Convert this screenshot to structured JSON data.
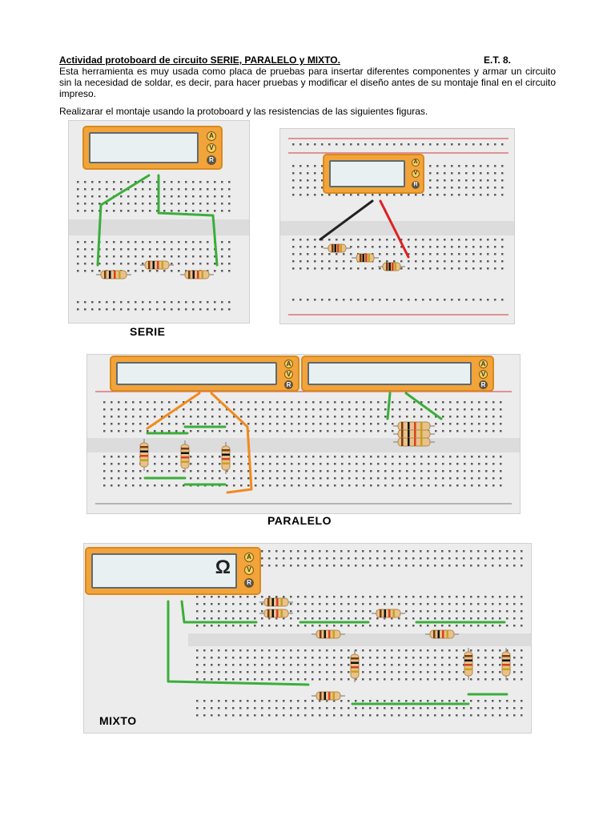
{
  "document": {
    "title": "Actividad protoboard de circuito SERIE, PARALELO y MIXTO.",
    "school": "E.T. 8.",
    "intro": "Esta herramienta es muy usada como placa de pruebas para insertar diferentes componentes y armar un circuito sin la necesidad de soldar, es decir, para hacer pruebas y modificar el diseño antes de su montaje final en el circuito impreso.",
    "instruction": "Realizarar el montaje usando la protoboard y las resistencias de  las siguientes figuras."
  },
  "figures": {
    "serie": {
      "caption": "SERIE"
    },
    "paralelo": {
      "caption": "PARALELO"
    },
    "mixto": {
      "caption": "MIXTO",
      "meter_symbol": "Ω"
    }
  },
  "meter_buttons": [
    "A",
    "V",
    "R"
  ],
  "colors": {
    "board": "#ececec",
    "hole": "#5a5a5a",
    "meter": "#f2a33a",
    "wire_green": "#3aae3a",
    "wire_orange": "#f08a1e",
    "wire_black": "#222222",
    "wire_red": "#e02020",
    "rail_red": "#d23a3a"
  }
}
